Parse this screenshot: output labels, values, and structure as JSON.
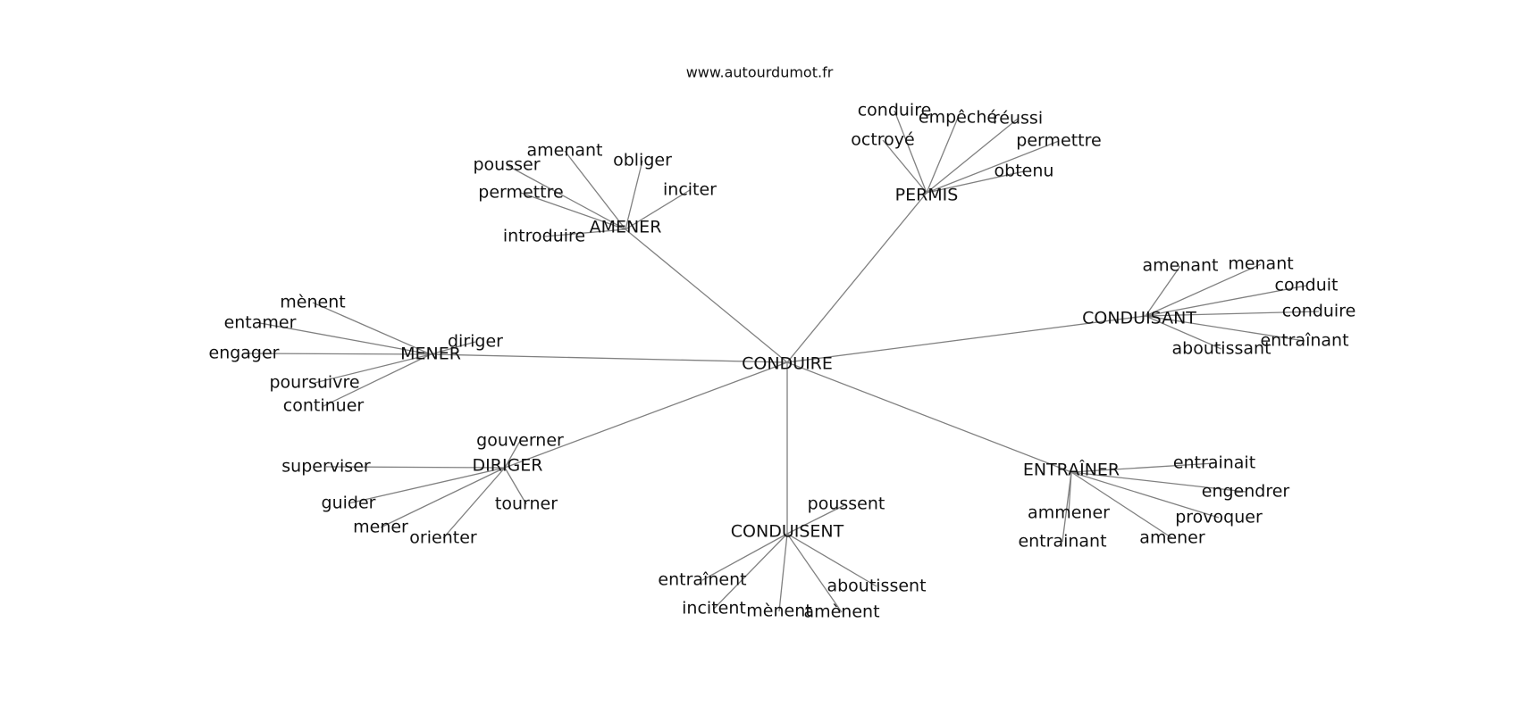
{
  "site": "www.autourdumot.fr",
  "root": "CONDUIRE",
  "clusters": [
    {
      "key": "amener",
      "label": "AMENER",
      "words": [
        "amenant",
        "pousser",
        "obliger",
        "inciter",
        "permettre",
        "introduire"
      ]
    },
    {
      "key": "permis",
      "label": "PERMIS",
      "words": [
        "conduire",
        "empêché",
        "réussi",
        "octroyé",
        "permettre",
        "obtenu"
      ]
    },
    {
      "key": "conduisant",
      "label": "CONDUISANT",
      "words": [
        "amenant",
        "menant",
        "conduit",
        "conduire",
        "entraînant",
        "aboutissant"
      ]
    },
    {
      "key": "mener",
      "label": "MENER",
      "words": [
        "mènent",
        "entamer",
        "engager",
        "diriger",
        "poursuivre",
        "continuer"
      ]
    },
    {
      "key": "diriger",
      "label": "DIRIGER",
      "words": [
        "gouverner",
        "superviser",
        "guider",
        "mener",
        "orienter",
        "tourner"
      ]
    },
    {
      "key": "conduisent",
      "label": "CONDUISENT",
      "words": [
        "poussent",
        "entraînent",
        "incitent",
        "mènent",
        "amènent",
        "aboutissent"
      ]
    },
    {
      "key": "entrainer",
      "label": "ENTRAÎNER",
      "words": [
        "entrainait",
        "engendrer",
        "ammener",
        "provoquer",
        "entrainant",
        "amener"
      ]
    }
  ]
}
